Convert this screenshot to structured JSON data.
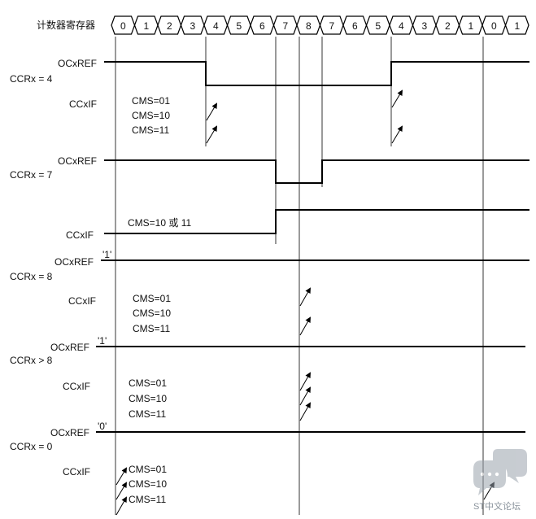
{
  "counter_label": "计数器寄存器",
  "counter_values": [
    "0",
    "1",
    "2",
    "3",
    "4",
    "5",
    "6",
    "7",
    "8",
    "7",
    "6",
    "5",
    "4",
    "3",
    "2",
    "1",
    "0",
    "1"
  ],
  "labels": {
    "ocxref": "OCxREF",
    "ccxif": "CCxIF",
    "ccrx4": "CCRx = 4",
    "ccrx7": "CCRx = 7",
    "ccrx8": "CCRx = 8",
    "ccrxgt8": "CCRx > 8",
    "ccrx0": "CCRx = 0",
    "one": "'1'",
    "zero": "'0'"
  },
  "cms": {
    "cms01": "CMS=01",
    "cms10": "CMS=10",
    "cms11": "CMS=11",
    "cms10or11": "CMS=10 或 11"
  },
  "watermark": "ST中文论坛",
  "icons": {
    "arrow": "diagonal-up-arrow-icon",
    "watermark": "chat-bubble-icon"
  }
}
